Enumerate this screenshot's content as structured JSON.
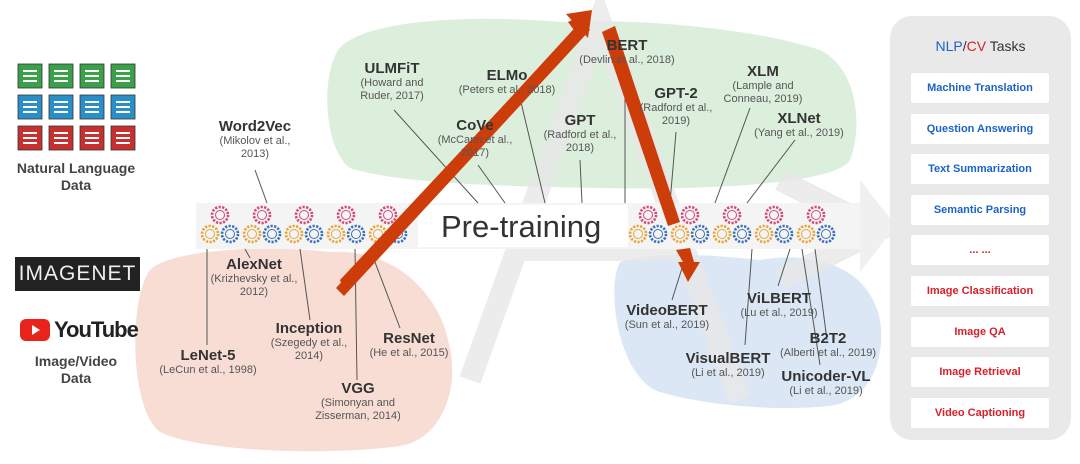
{
  "sources": {
    "nlp_label_line1": "Natural Language",
    "nlp_label_line2": "Data",
    "imagenet_logo": "IMAGENET",
    "youtube_logo": "YouTube",
    "image_label_line1": "Image/Video",
    "image_label_line2": "Data"
  },
  "banner": "Pre-training",
  "models_nlp": [
    {
      "name": "Word2Vec",
      "cite": [
        "(Mikolov et al.,",
        "2013)"
      ]
    },
    {
      "name": "ULMFiT",
      "cite": [
        "(Howard and",
        "Ruder, 2017)"
      ]
    },
    {
      "name": "CoVe",
      "cite": [
        "(McCann et al.,",
        "2017)"
      ]
    },
    {
      "name": "ELMo",
      "cite": [
        "(Peters et al., 2018)"
      ]
    },
    {
      "name": "BERT",
      "cite": [
        "(Devlin et al., 2018)"
      ]
    },
    {
      "name": "GPT",
      "cite": [
        "(Radford et al.,",
        "2018)"
      ]
    },
    {
      "name": "GPT-2",
      "cite": [
        "(Radford et al.,",
        "2019)"
      ]
    },
    {
      "name": "XLM",
      "cite": [
        "(Lample and",
        "Conneau, 2019)"
      ]
    },
    {
      "name": "XLNet",
      "cite": [
        "(Yang et al., 2019)"
      ]
    }
  ],
  "models_cv": [
    {
      "name": "AlexNet",
      "cite": [
        "(Krizhevsky et al.,",
        "2012)"
      ]
    },
    {
      "name": "Inception",
      "cite": [
        "(Szegedy et al.,",
        "2014)"
      ]
    },
    {
      "name": "ResNet",
      "cite": [
        "(He et al., 2015)"
      ]
    },
    {
      "name": "LeNet-5",
      "cite": [
        "(LeCun et al., 1998)"
      ]
    },
    {
      "name": "VGG",
      "cite": [
        "(Simonyan and",
        "Zisserman, 2014)"
      ]
    }
  ],
  "models_vl": [
    {
      "name": "VideoBERT",
      "cite": [
        "(Sun et al., 2019)"
      ]
    },
    {
      "name": "ViLBERT",
      "cite": [
        "(Lu et al., 2019)"
      ]
    },
    {
      "name": "B2T2",
      "cite": [
        "(Alberti et al., 2019)"
      ]
    },
    {
      "name": "VisualBERT",
      "cite": [
        "(Li et al., 2019)"
      ]
    },
    {
      "name": "Unicoder-VL",
      "cite": [
        "(Li et al., 2019)"
      ]
    }
  ],
  "tasks": {
    "title_nlp": "NLP",
    "title_sep": "/",
    "title_cv": "CV",
    "title_suffix": " Tasks",
    "items": [
      {
        "label": "Machine Translation",
        "kind": "nlp"
      },
      {
        "label": "Question Answering",
        "kind": "nlp"
      },
      {
        "label": "Text Summarization",
        "kind": "nlp"
      },
      {
        "label": "Semantic Parsing",
        "kind": "nlp"
      },
      {
        "label": "... ...",
        "kind": "cv"
      },
      {
        "label": "Image Classification",
        "kind": "cv"
      },
      {
        "label": "Image QA",
        "kind": "cv"
      },
      {
        "label": "Image Retrieval",
        "kind": "cv"
      },
      {
        "label": "Video Captioning",
        "kind": "cv"
      }
    ]
  },
  "colors": {
    "nlp_blob": "#dcefdc",
    "cv_blob": "#f8ddd5",
    "vl_blob": "#dbe7f5",
    "arrow": "#cc3d0a",
    "nlp_text": "#1a63c8",
    "cv_text": "#d8202a",
    "gear_pink": "#d4477a",
    "gear_orange": "#e9a43a",
    "gear_blue": "#3a6fb8",
    "doc_green": "#3aa04a",
    "doc_blue": "#2a8fc8",
    "doc_red": "#c83030"
  }
}
